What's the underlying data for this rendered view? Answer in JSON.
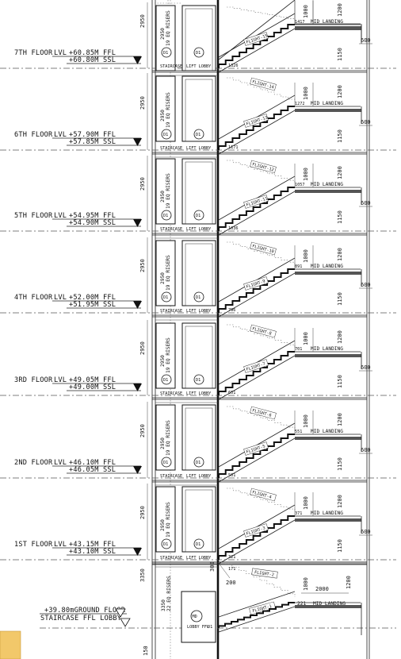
{
  "floors": [
    {
      "name": "7TH FLOOR",
      "lvl": "LVL",
      "ffl": "+60.85M FFL",
      "ssl": "+60.80M SSL",
      "door_left": "D1",
      "door_right": "D1",
      "dim_height": "2950",
      "risers": "19 EQ RISERS",
      "risers_dim": "2950",
      "staircase": "STAIRCASE",
      "lobby": "LIFT LOBBY",
      "flight_up": "FLIGHT-15",
      "flight_down": "",
      "riser_top": "1417",
      "riser_bottom": "1326",
      "landing": "MID LANDING",
      "rail_a": "1000",
      "rail_b": "1200",
      "land_dim": "600",
      "lower_dim": "1150"
    },
    {
      "name": "6TH FLOOR",
      "lvl": "LVL",
      "ffl": "+57.90M FFL",
      "ssl": "+57.85M SSL",
      "door_left": "D1",
      "door_right": "D1",
      "dim_height": "2950",
      "risers": "19 EQ RISERS",
      "risers_dim": "2950",
      "staircase": "STAIRCASE",
      "lobby": "LIFT LOBBY",
      "flight_up": "FLIGHT-13",
      "flight_down": "FLIGHT-14",
      "riser_top": "1272",
      "riser_bottom": "1171",
      "landing": "MID LANDING",
      "rail_a": "1000",
      "rail_b": "1200",
      "land_dim": "600",
      "lower_dim": "1150"
    },
    {
      "name": "5TH FLOOR",
      "lvl": "LVL",
      "ffl": "+54.95M FFL",
      "ssl": "+54.90M SSL",
      "door_left": "D1",
      "door_right": "D1",
      "dim_height": "2950",
      "risers": "19 EQ RISERS",
      "risers_dim": "2950",
      "staircase": "STAIRCASE",
      "lobby": "LIFT LOBBY",
      "flight_up": "FLIGHT-11",
      "flight_down": "FLIGHT-12",
      "riser_top": "1057",
      "riser_bottom": "1036",
      "landing": "MID LANDING",
      "rail_a": "1000",
      "rail_b": "1200",
      "land_dim": "600",
      "lower_dim": "1150"
    },
    {
      "name": "4TH FLOOR",
      "lvl": "LVL",
      "ffl": "+52.00M FFL",
      "ssl": "+51.95M SSL",
      "door_left": "D1",
      "door_right": "D1",
      "dim_height": "2950",
      "risers": "19 EQ RISERS",
      "risers_dim": "2950",
      "staircase": "STAIRCASE",
      "lobby": "LIFT LOBBY",
      "flight_up": "FLIGHT-9",
      "flight_down": "FLIGHT-10",
      "riser_top": "891",
      "riser_bottom": "796",
      "landing": "MID LANDING",
      "rail_a": "1000",
      "rail_b": "1200",
      "land_dim": "600",
      "lower_dim": "1150"
    },
    {
      "name": "3RD FLOOR",
      "lvl": "LVL",
      "ffl": "+49.05M FFL",
      "ssl": "+49.00M SSL",
      "door_left": "D1",
      "door_right": "D1",
      "dim_height": "2950",
      "risers": "19 EQ RISERS",
      "risers_dim": "2950",
      "staircase": "STAIRCASE",
      "lobby": "LIFT LOBBY",
      "flight_up": "FLIGHT-7",
      "flight_down": "FLIGHT-8",
      "riser_top": "701",
      "riser_bottom": "651",
      "landing": "MID LANDING",
      "rail_a": "1000",
      "rail_b": "1200",
      "land_dim": "600",
      "lower_dim": "1150"
    },
    {
      "name": "2ND FLOOR",
      "lvl": "LVL",
      "ffl": "+46.10M FFL",
      "ssl": "+46.05M SSL",
      "door_left": "D1",
      "door_right": "D1",
      "dim_height": "2950",
      "risers": "19 EQ RISERS",
      "risers_dim": "2950",
      "staircase": "STAIRCASE",
      "lobby": "LIFT LOBBY",
      "flight_up": "FLIGHT-5",
      "flight_down": "FLIGHT-6",
      "riser_top": "551",
      "riser_bottom": "501",
      "landing": "MID LANDING",
      "rail_a": "1000",
      "rail_b": "1200",
      "land_dim": "600",
      "lower_dim": "1150"
    },
    {
      "name": "1ST FLOOR",
      "lvl": "LVL",
      "ffl": "+43.15M FFL",
      "ssl": "+43.10M SSL",
      "door_left": "D1",
      "door_right": "D1",
      "dim_height": "2950",
      "risers": "19 EQ RISERS",
      "risers_dim": "2950",
      "staircase": "STAIRCASE",
      "lobby": "LIFT LOBBY",
      "flight_up": "FLIGHT-3",
      "flight_down": "FLIGHT-4",
      "riser_top": "371",
      "riser_bottom": "321",
      "landing": "MID LANDING",
      "rail_a": "1000",
      "rail_b": "1200",
      "land_dim": "600",
      "lower_dim": "1150"
    }
  ],
  "ground": {
    "name": "+39.80mGROUND FLOOR",
    "sub": "STAIRCASE FFL LOBBY",
    "door": "MD",
    "dim_height": "3350",
    "risers": "22 EQ RISERS",
    "risers_dim": "3350",
    "flight_up": "FLIGHT-1",
    "flight_down": "FLIGHT-2",
    "riser_top": "221",
    "riser_bottom": "171",
    "landing": "MID LANDING",
    "rail_a": "1000",
    "rail_b": "1200",
    "land_dim": "2000",
    "side_dim": "300",
    "step_dim": "200",
    "lobby_ffl": "LOBBY FFL",
    "lobby_num": "01",
    "bottom_dim": "150"
  }
}
